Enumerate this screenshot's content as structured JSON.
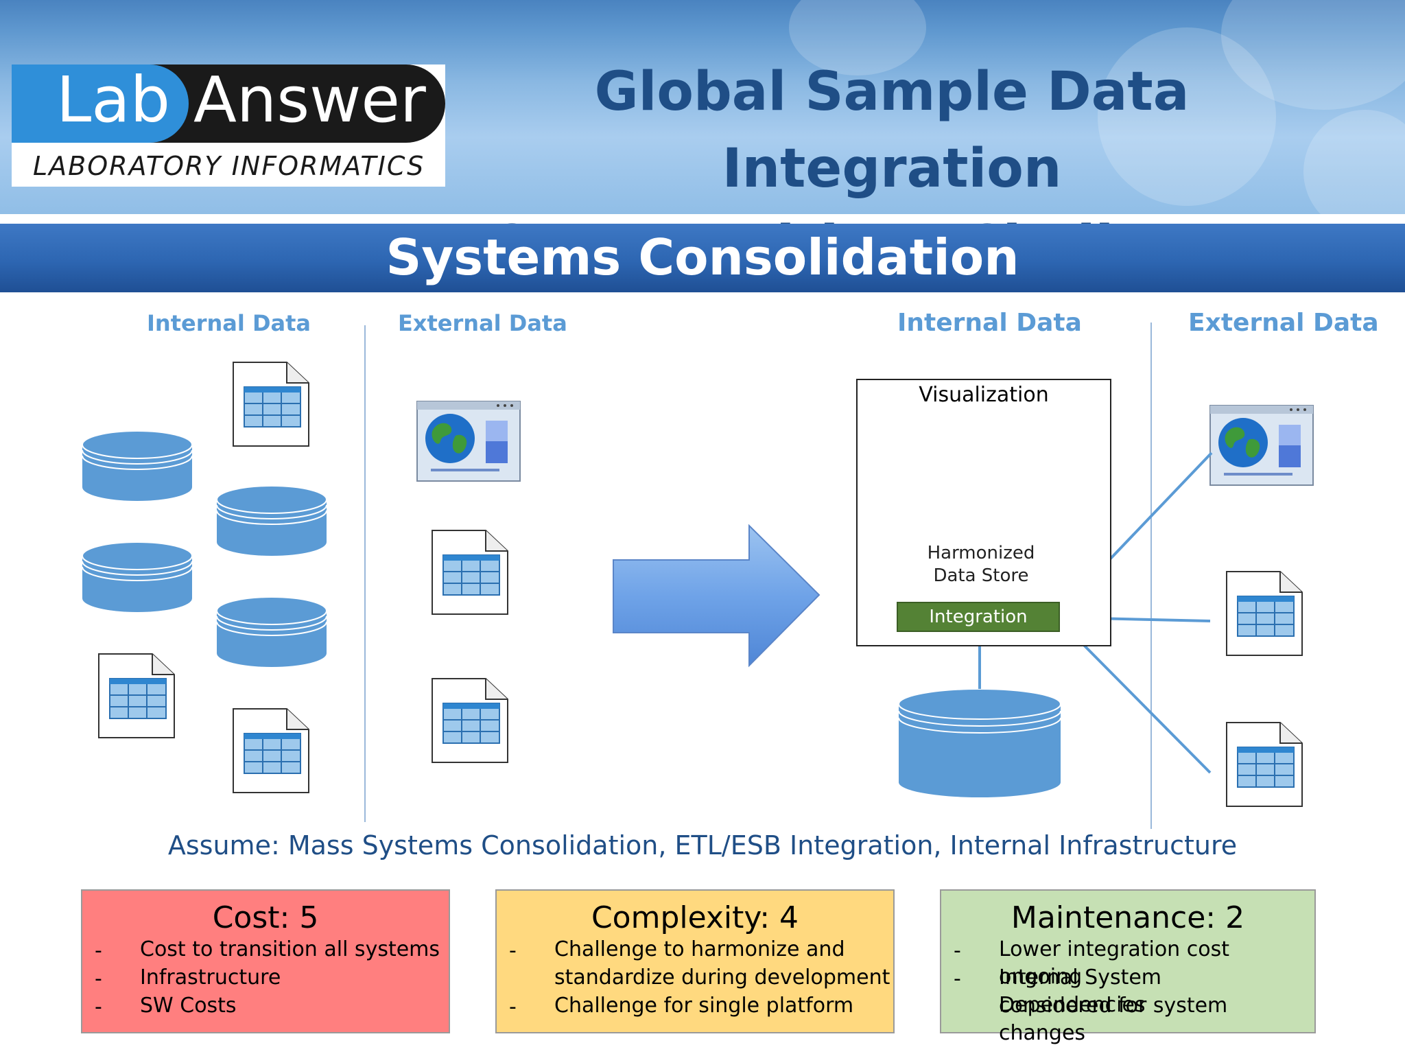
{
  "header": {
    "logo": {
      "word1": "Lab",
      "word2": "Answer",
      "tagline": "LABORATORY INFORMATICS"
    },
    "title_line1": "Global Sample Data Integration",
    "title_line2": "Opportunities / Challenges"
  },
  "section_title": "Systems Consolidation",
  "left_panel": {
    "internal_label": "Internal Data",
    "external_label": "External Data"
  },
  "right_panel": {
    "internal_label": "Internal Data",
    "external_label": "External Data",
    "visualization_label": "Visualization",
    "store_label_line1": "Harmonized",
    "store_label_line2": "Data Store",
    "integration_label": "Integration"
  },
  "assume_text": "Assume: Mass Systems Consolidation, ETL/ESB Integration, Internal Infrastructure",
  "cards": [
    {
      "title": "Cost: 5",
      "color": "#ff7f7f",
      "items": [
        "Cost to transition all systems",
        "Infrastructure",
        "SW Costs"
      ]
    },
    {
      "title": "Complexity: 4",
      "color": "#ffd97f",
      "items": [
        "Challenge to harmonize and",
        "standardize during development",
        "Challenge for single platform"
      ]
    },
    {
      "title": "Maintenance: 2",
      "color": "#c6e0b4",
      "items": [
        "Lower integration cost ongoing",
        "Internal System Dependencies",
        "considered for system changes"
      ]
    }
  ],
  "colors": {
    "database_blue": "#5b9bd5",
    "store_green": "#a9d18e",
    "integration_green": "#548235",
    "title_navy": "#1f4e86",
    "label_blue": "#5b9bd5"
  },
  "icons": [
    "database-icon",
    "table-document-icon",
    "globe-window-icon",
    "right-arrow-icon"
  ]
}
